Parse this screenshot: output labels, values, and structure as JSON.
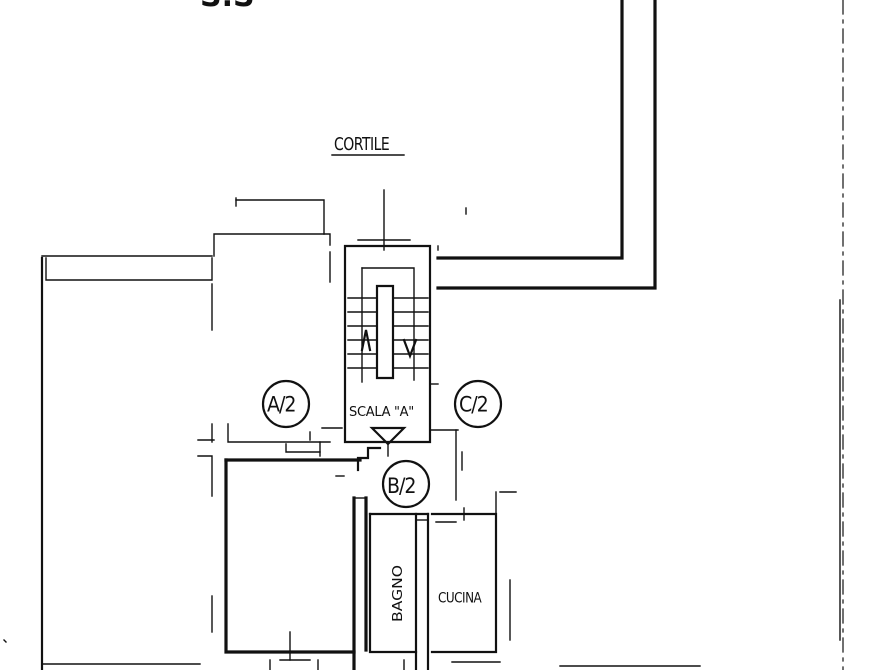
{
  "labels": {
    "courtyard": "CORTILE",
    "stair": "SCALA \"A\"",
    "unit_a": "A/2",
    "unit_b": "B/2",
    "unit_c": "C/2",
    "bathroom": "BAGNO",
    "kitchen": "CUCINA",
    "top_fragment": "S.S"
  }
}
